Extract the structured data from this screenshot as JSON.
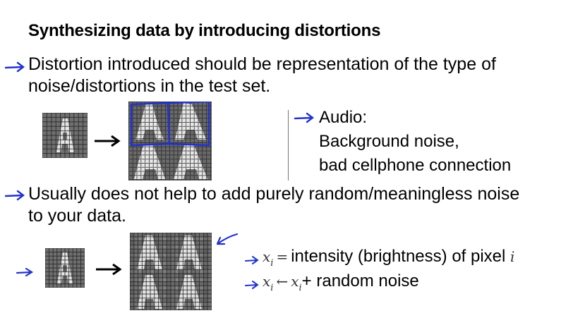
{
  "title": "Synthesizing data by introducing distortions",
  "bullet1": {
    "line1": "Distortion introduced should be representation of the type of",
    "line2": "noise/distortions in the test set."
  },
  "audio": {
    "heading": "Audio:",
    "line1": "Background noise,",
    "line2": "bad cellphone connection"
  },
  "bullet2": {
    "line1": "Usually does not help to add purely random/meaningless noise",
    "line2": "to your data."
  },
  "math1": {
    "var": "x",
    "sub": "i",
    "eq": "=",
    "text": "intensity (brightness) of pixel",
    "idx": "i"
  },
  "math2": {
    "var": "x",
    "sub": "i",
    "arrow": "←",
    "var2": "x",
    "sub2": "i",
    "text": "+ random noise"
  },
  "colors": {
    "annotation": "#2233cc",
    "text": "#000000",
    "divider": "#777777"
  }
}
